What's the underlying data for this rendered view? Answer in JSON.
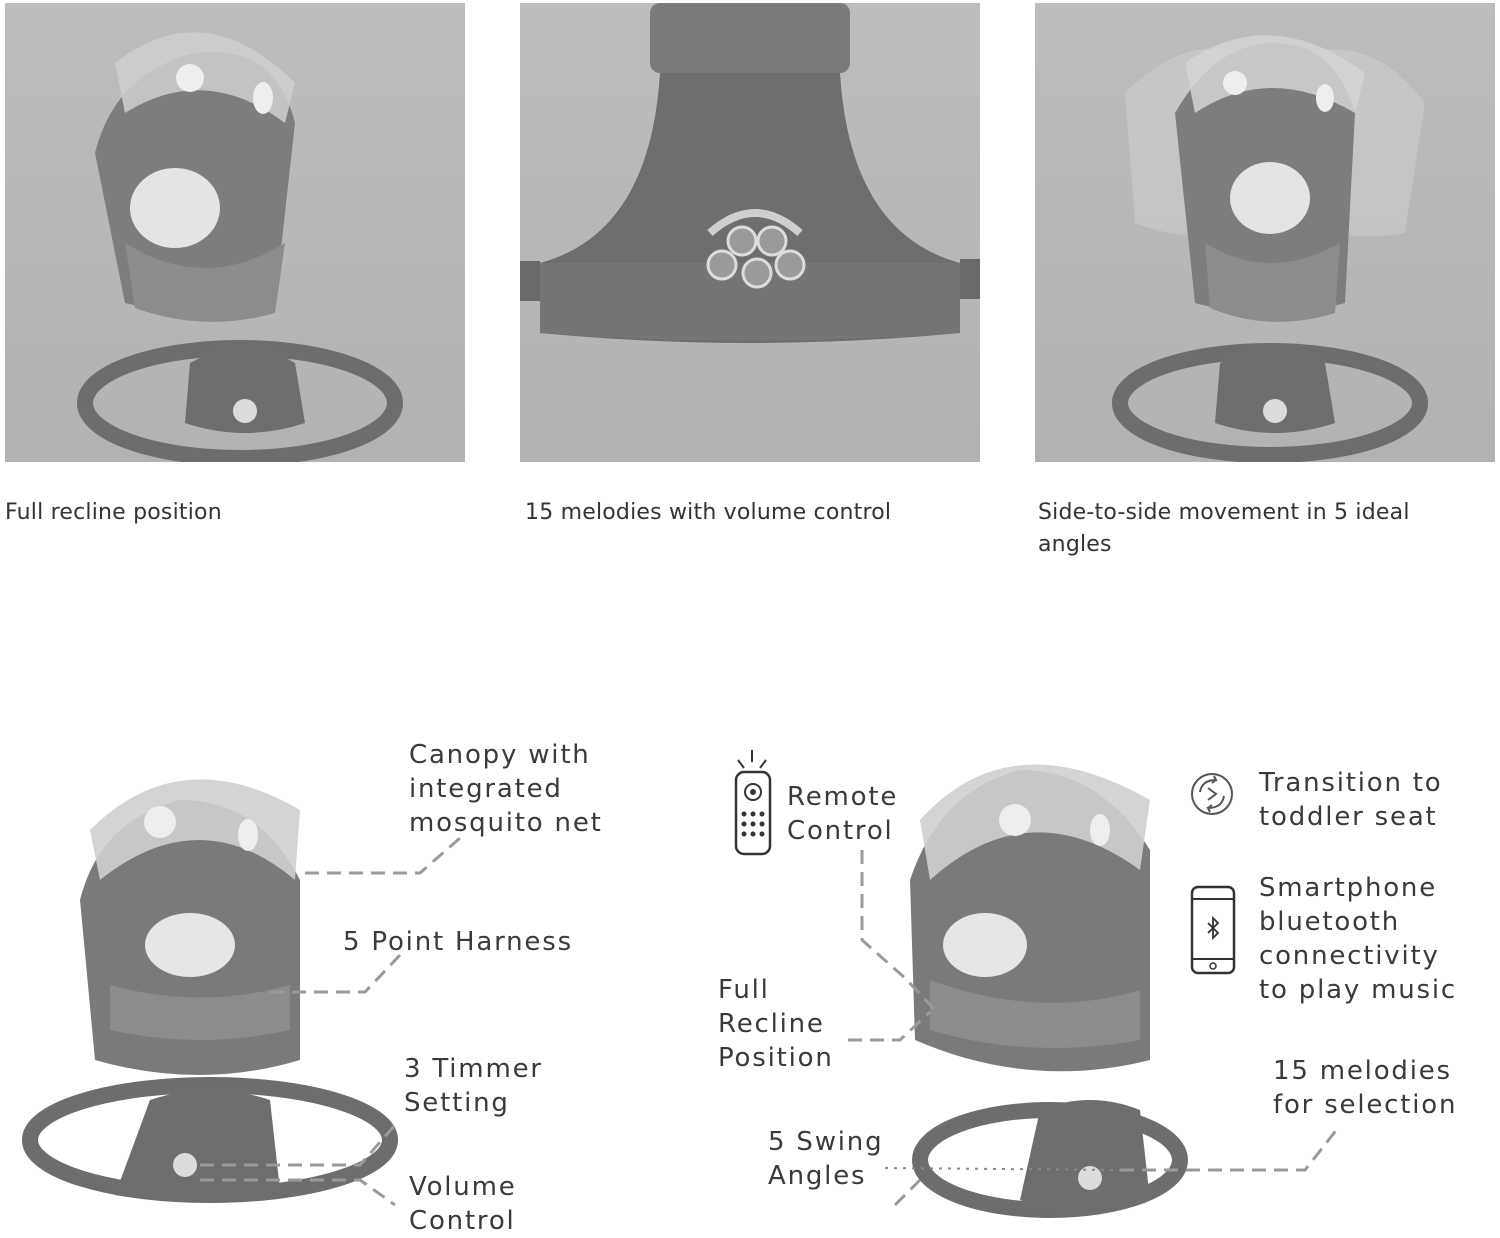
{
  "top_features": [
    {
      "caption": "Full recline position"
    },
    {
      "caption": "15 melodies with volume control"
    },
    {
      "caption_line1": "Side-to-side movement in 5 ideal",
      "caption_line2": "angles"
    }
  ],
  "left_diagram": {
    "canopy": [
      "Canopy with",
      "integrated",
      "mosquito net"
    ],
    "harness": [
      "5 Point Harness"
    ],
    "timer": [
      "3 Timmer",
      "Setting"
    ],
    "volume": [
      "Volume",
      "Control"
    ]
  },
  "right_diagram": {
    "remote": [
      "Remote",
      "Control"
    ],
    "recline": [
      "Full",
      "Recline",
      "Position"
    ],
    "swing": [
      "5 Swing",
      "Angles"
    ],
    "toddler": [
      "Transition to",
      "toddler seat"
    ],
    "bluetooth": [
      "Smartphone",
      "bluetooth",
      "connectivity",
      "to play music"
    ],
    "melodies": [
      "15 melodies",
      "for selection"
    ]
  },
  "icons": [
    "remote-control-icon",
    "transition-icon",
    "smartphone-bluetooth-icon"
  ],
  "colors": {
    "photo_bg": "#b8b8b8",
    "frame": "#5a5a5a",
    "leader_line": "#9a9a9a"
  }
}
